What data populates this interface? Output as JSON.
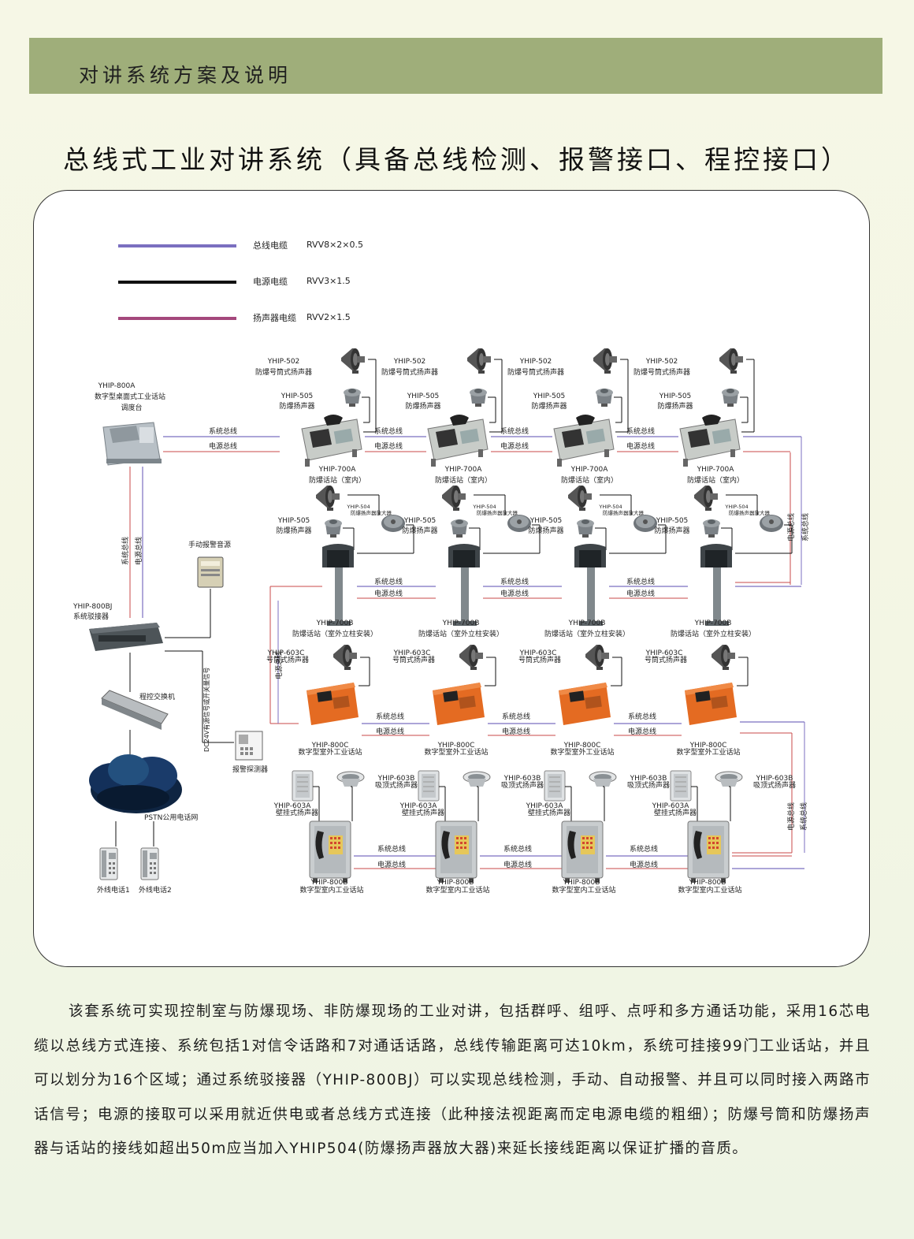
{
  "header": {
    "title": "对讲系统方案及说明"
  },
  "main_title": "总线式工业对讲系统（具备总线检测、报警接口、程控接口）",
  "legend": [
    {
      "label": "总线电缆",
      "spec": "RVV8×2×0.5",
      "color": "#7b6fc0"
    },
    {
      "label": "电源电缆",
      "spec": "RVV3×1.5",
      "color": "#111111"
    },
    {
      "label": "扬声器电缆",
      "spec": "RVV2×1.5",
      "color": "#a4487c"
    }
  ],
  "devices": {
    "console": {
      "model": "YHIP-800A",
      "name_line1": "数字型桌面式工业话站",
      "name_line2": "调度台"
    },
    "bridge": {
      "model": "YHIP-800BJ",
      "name": "系统驳接器"
    },
    "alarm_source": {
      "name": "手动报警音源"
    },
    "pbx": {
      "name": "程控交换机"
    },
    "pstn": {
      "name": "PSTN公用电话网"
    },
    "phone1": {
      "name": "外线电话1"
    },
    "phone2": {
      "name": "外线电话2"
    },
    "detector": {
      "name": "报警探测器"
    },
    "signal_note": "DC24V有源信号或开关量信号",
    "horn_502": {
      "model": "YHIP-502",
      "name": "防爆号筒式扬声器"
    },
    "speaker_505": {
      "model": "YHIP-505",
      "name": "防爆扬声器"
    },
    "amp_504": {
      "model": "YHIP-504",
      "name": "防爆扬声器放大器"
    },
    "station_700a": {
      "model": "YHIP-700A",
      "name": "防爆话站（室内）"
    },
    "station_700b": {
      "model": "YHIP-700B",
      "name": "防爆话站（室外立柱安装）"
    },
    "horn_603c": {
      "model": "YHIP-603C",
      "name": "号筒式扬声器"
    },
    "station_800c": {
      "model": "YHIP-800C",
      "name": "数字型室外工业话站"
    },
    "speaker_603a": {
      "model": "YHIP-603A",
      "name": "壁挂式扬声器"
    },
    "speaker_603b": {
      "model": "YHIP-603B",
      "name": "吸顶式扬声器"
    },
    "station_800b": {
      "model": "YHIP-800B",
      "name": "数字型室内工业话站"
    }
  },
  "bus_labels": {
    "system": "系统总线",
    "power": "电源总线"
  },
  "description": "该套系统可实现控制室与防爆现场、非防爆现场的工业对讲，包括群呼、组呼、点呼和多方通话功能，采用16芯电缆以总线方式连接、系统包括1对信令话路和7对通话话路，总线传输距离可达10km，系统可挂接99门工业话站，并且可以划分为16个区域；通过系统驳接器（YHIP-800BJ）可以实现总线检测，手动、自动报警、并且可以同时接入两路市话信号；电源的接取可以采用就近供电或者总线方式连接（此种接法视距离而定电源电缆的粗细）；防爆号筒和防爆扬声器与话站的接线如超出50m应当加入YHIP504(防爆扬声器放大器)来延长接线距离以保证扩播的音质。"
}
